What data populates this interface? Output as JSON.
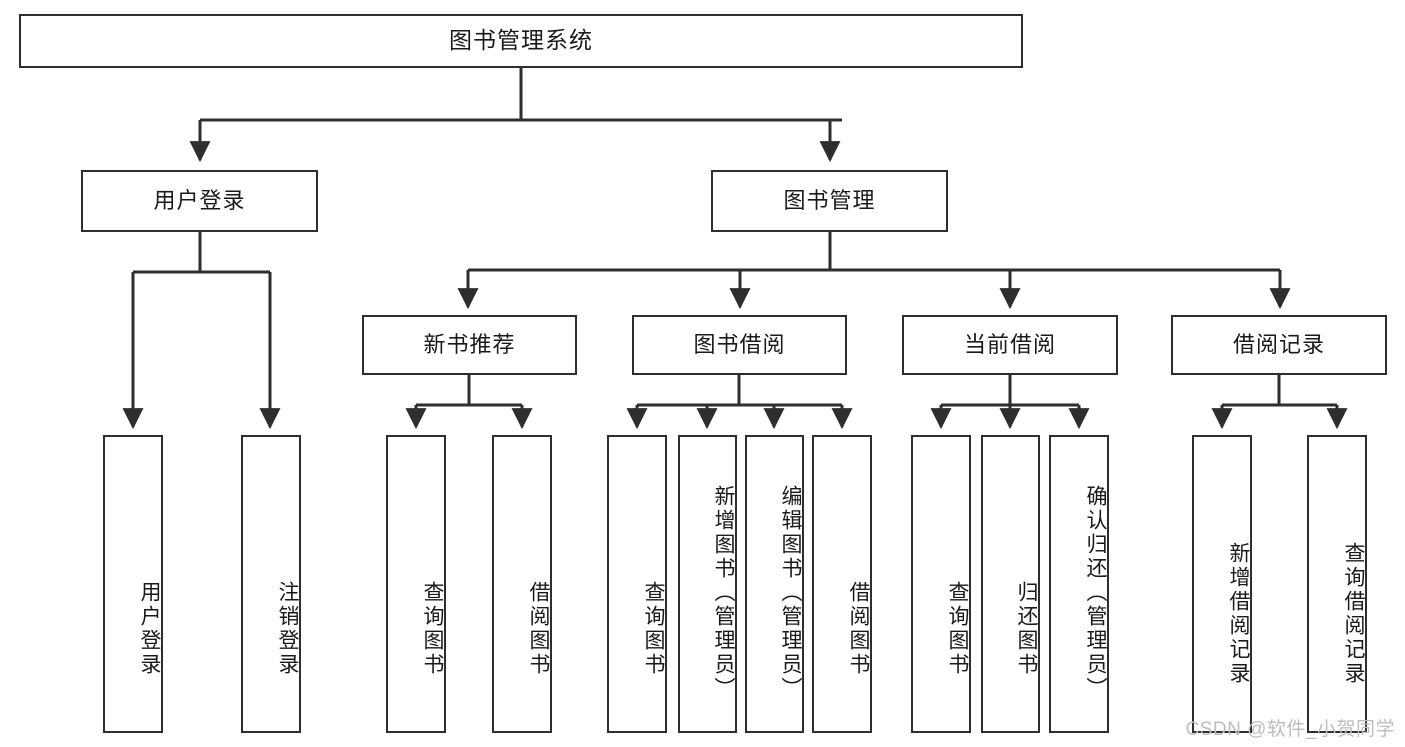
{
  "diagram": {
    "type": "tree",
    "title": "图书管理系统",
    "watermark": "CSDN @软件_小贺同学",
    "stroke_color": "#2e2e2e",
    "background_color": "#ffffff",
    "text_color": "#1a1a1a",
    "watermark_color": "#bdbdbd"
  },
  "nodes": {
    "root": {
      "label": "图书管理系统",
      "level": 1
    },
    "l2": [
      {
        "id": "user-login",
        "label": "用户登录",
        "level": 2
      },
      {
        "id": "book-manage",
        "label": "图书管理",
        "level": 2
      }
    ],
    "l3": [
      {
        "id": "new-book-recommend",
        "label": "新书推荐",
        "level": 3
      },
      {
        "id": "book-borrow",
        "label": "图书借阅",
        "level": 3
      },
      {
        "id": "current-borrow",
        "label": "当前借阅",
        "level": 3
      },
      {
        "id": "borrow-record",
        "label": "借阅记录",
        "level": 3
      }
    ],
    "leaves": {
      "user_login": [
        {
          "id": "leaf-user-login",
          "label": "用户登录"
        },
        {
          "id": "leaf-user-logout",
          "label": "注销登录"
        }
      ],
      "new_book_recommend": [
        {
          "id": "leaf-query-book-1",
          "label": "查询图书"
        },
        {
          "id": "leaf-borrow-book-1",
          "label": "借阅图书"
        }
      ],
      "book_borrow": [
        {
          "id": "leaf-query-book-2",
          "label": "查询图书"
        },
        {
          "id": "leaf-add-book",
          "label": "新增图书（管理员）"
        },
        {
          "id": "leaf-edit-book",
          "label": "编辑图书（管理员）"
        },
        {
          "id": "leaf-borrow-book-2",
          "label": "借阅图书"
        }
      ],
      "current_borrow": [
        {
          "id": "leaf-query-book-3",
          "label": "查询图书"
        },
        {
          "id": "leaf-return-book",
          "label": "归还图书"
        },
        {
          "id": "leaf-confirm-return",
          "label": "确认归还（管理员）"
        }
      ],
      "borrow_record": [
        {
          "id": "leaf-add-record",
          "label": "新增借阅记录"
        },
        {
          "id": "leaf-query-record",
          "label": "查询借阅记录"
        }
      ]
    }
  },
  "edges": [
    {
      "from": "图书管理系统",
      "to": "用户登录"
    },
    {
      "from": "图书管理系统",
      "to": "图书管理"
    },
    {
      "from": "用户登录",
      "to": "用户登录"
    },
    {
      "from": "用户登录",
      "to": "注销登录"
    },
    {
      "from": "图书管理",
      "to": "新书推荐"
    },
    {
      "from": "图书管理",
      "to": "图书借阅"
    },
    {
      "from": "图书管理",
      "to": "当前借阅"
    },
    {
      "from": "图书管理",
      "to": "借阅记录"
    },
    {
      "from": "新书推荐",
      "to": "查询图书"
    },
    {
      "from": "新书推荐",
      "to": "借阅图书"
    },
    {
      "from": "图书借阅",
      "to": "查询图书"
    },
    {
      "from": "图书借阅",
      "to": "新增图书（管理员）"
    },
    {
      "from": "图书借阅",
      "to": "编辑图书（管理员）"
    },
    {
      "from": "图书借阅",
      "to": "借阅图书"
    },
    {
      "from": "当前借阅",
      "to": "查询图书"
    },
    {
      "from": "当前借阅",
      "to": "归还图书"
    },
    {
      "from": "当前借阅",
      "to": "确认归还（管理员）"
    },
    {
      "from": "借阅记录",
      "to": "新增借阅记录"
    },
    {
      "from": "借阅记录",
      "to": "查询借阅记录"
    }
  ]
}
